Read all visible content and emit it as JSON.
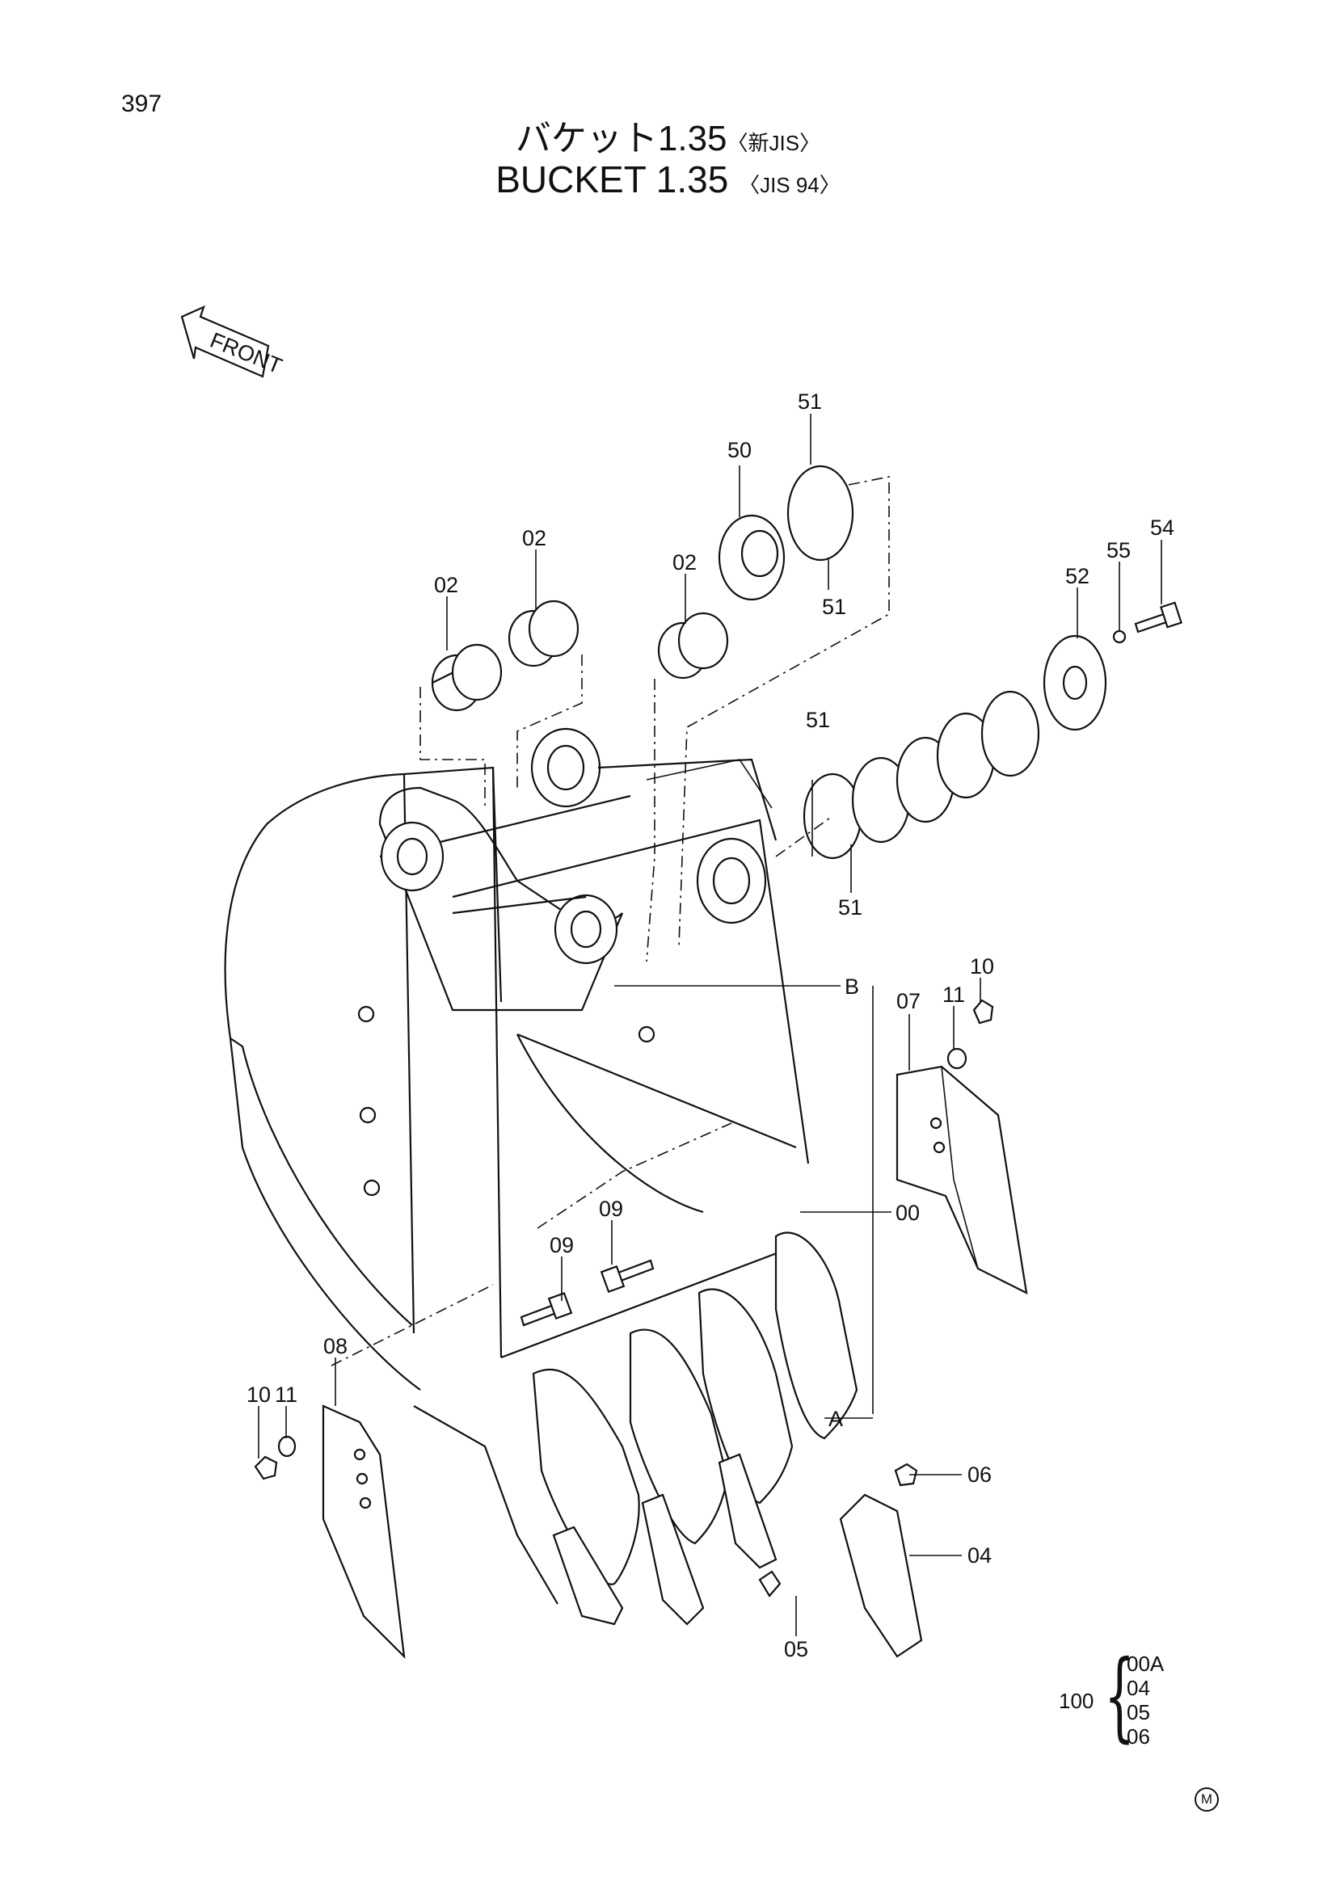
{
  "page": {
    "number": "397",
    "title_jp": "バケット1.35",
    "title_jp_note": "〈新JIS〉",
    "title_en": "BUCKET 1.35",
    "title_en_note": "〈JIS 94〉",
    "front_label": "FRONT",
    "mark": "M"
  },
  "callouts": {
    "c00": "00",
    "c02a": "02",
    "c02b": "02",
    "c02c": "02",
    "c04": "04",
    "c05": "05",
    "c06": "06",
    "c07": "07",
    "c08": "08",
    "c09a": "09",
    "c09b": "09",
    "c10a": "10",
    "c10b": "10",
    "c11a": "11",
    "c11b": "11",
    "c50": "50",
    "c51a": "51",
    "c51b": "51",
    "c51c": "51",
    "c51d": "51",
    "c52": "52",
    "c54": "54",
    "c55": "55",
    "cA": "A",
    "cB": "B"
  },
  "kit": {
    "number": "100",
    "items": [
      "00A",
      "04",
      "05",
      "06"
    ]
  }
}
